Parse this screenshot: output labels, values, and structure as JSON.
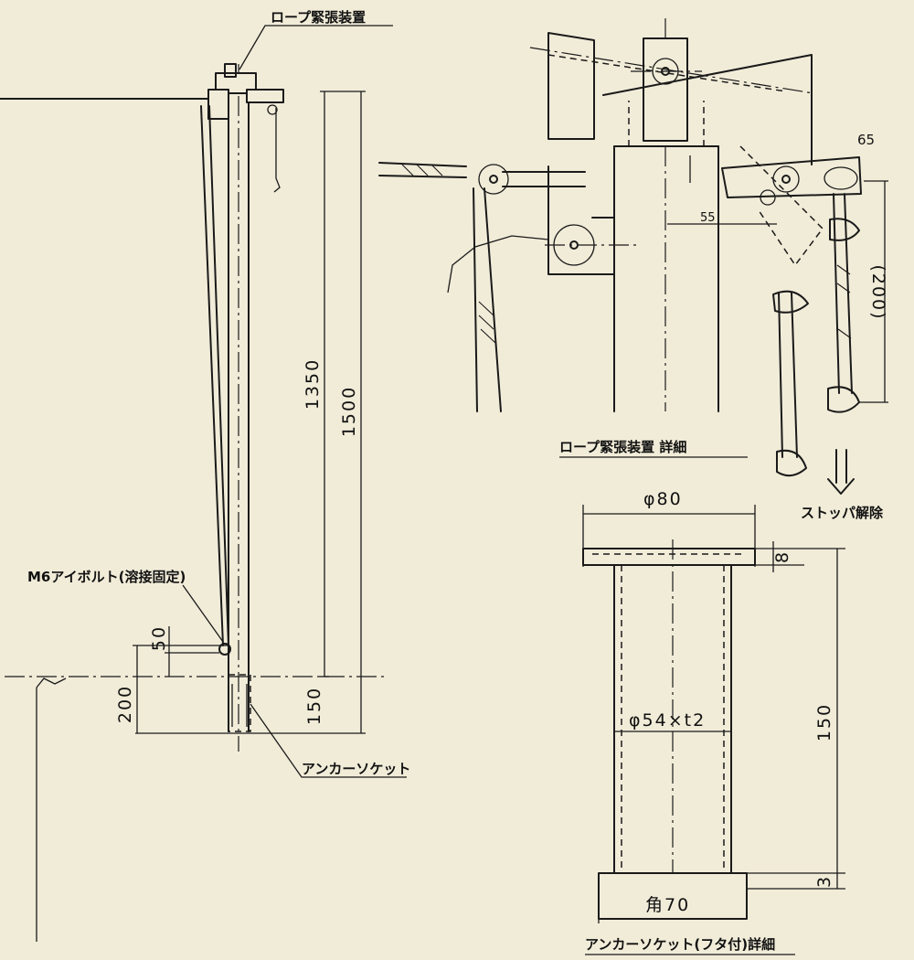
{
  "labels": {
    "rope_tensioner": "ロープ緊張装置",
    "eyebolt": "M6アイボルト(溶接固定)",
    "anchor_socket": "アンカーソケット",
    "rope_tensioner_detail": "ロープ緊張装置 詳細",
    "stopper_release": "ストッパ解除",
    "anchor_socket_detail": "アンカーソケット(フタ付)詳細"
  },
  "dimensions": {
    "d1350": "1350",
    "d1500": "1500",
    "d150_left": "150",
    "d200": "200",
    "d50": "50",
    "d200_paren": "(200)",
    "d65": "65",
    "d55": "55",
    "d150_right": "150",
    "phi80": "φ80",
    "pipe": "φ54×t2",
    "d8": "8",
    "d3": "3",
    "sq70": "角70"
  }
}
